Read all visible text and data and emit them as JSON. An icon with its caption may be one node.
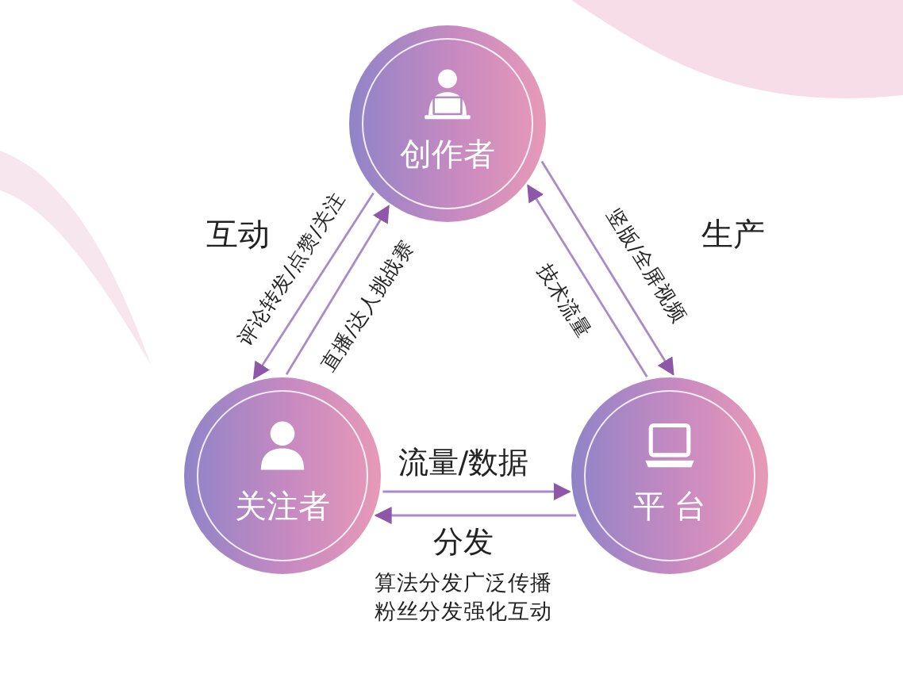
{
  "diagram": {
    "nodes": [
      {
        "text": [
          "创作者"
        ]
      },
      {
        "text": [
          "关注者"
        ]
      },
      {
        "text": [
          "平 台"
        ]
      }
    ],
    "edges": [
      {
        "from": 0,
        "to": 1,
        "arrow": "to",
        "label": "评论转发/点赞/关注"
      },
      {
        "from": 1,
        "to": 0,
        "arrow": "to",
        "label": "直播/达人挑战赛"
      },
      {
        "from": 0,
        "to": 2,
        "arrow": "to",
        "label": "竖版/全屏视频"
      },
      {
        "from": 2,
        "to": 0,
        "arrow": "to",
        "label": "技术流量"
      },
      {
        "from": 1,
        "to": 2,
        "arrow": "to",
        "label": "流量/数据"
      },
      {
        "from": 2,
        "to": 1,
        "arrow": "to",
        "label": "分发"
      }
    ],
    "labels": [
      "互动",
      "生产",
      "算法分发广泛传播",
      "粉丝分发强化互动"
    ]
  }
}
